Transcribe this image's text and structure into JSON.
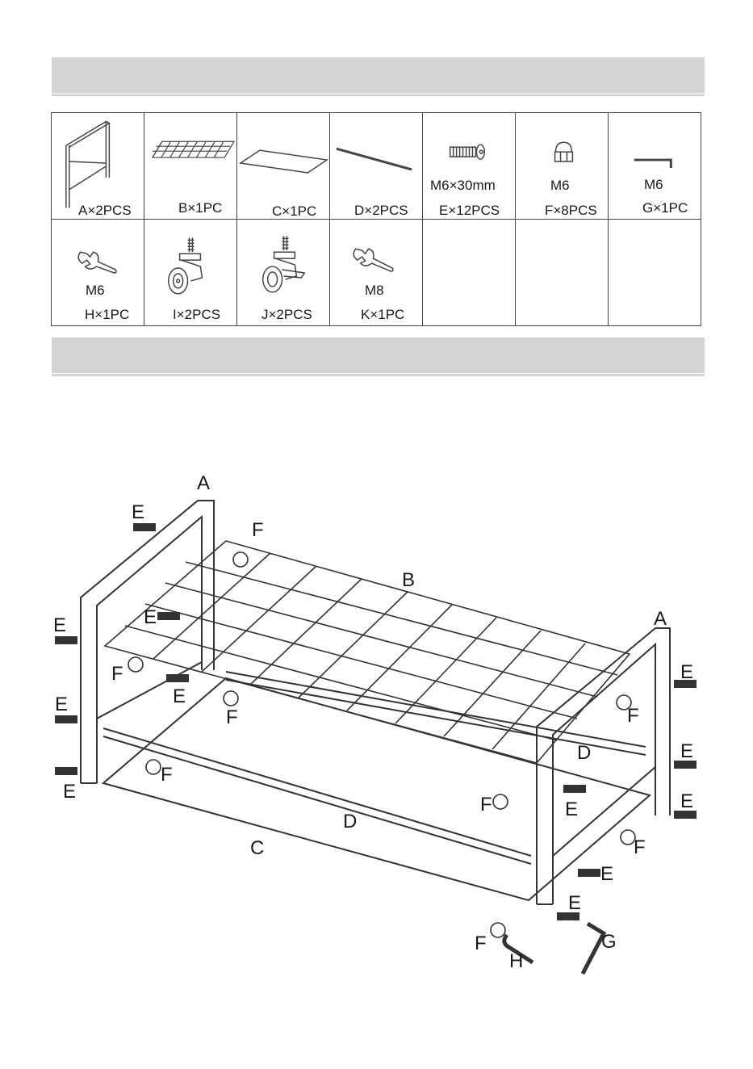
{
  "parts": [
    {
      "qty": "A×2PCS",
      "spec": "",
      "icon": "frame-icon"
    },
    {
      "qty": "B×1PC",
      "spec": "",
      "icon": "wire-grid-icon"
    },
    {
      "qty": "C×1PC",
      "spec": "",
      "icon": "panel-icon"
    },
    {
      "qty": "D×2PCS",
      "spec": "",
      "icon": "rod-icon"
    },
    {
      "qty": "E×12PCS",
      "spec": "M6×30mm",
      "icon": "bolt-icon"
    },
    {
      "qty": "F×8PCS",
      "spec": "M6",
      "icon": "cap-nut-icon"
    },
    {
      "qty": "G×1PC",
      "spec": "M6",
      "icon": "allen-key-icon"
    },
    {
      "qty": "H×1PC",
      "spec": "M6",
      "icon": "wrench-icon"
    },
    {
      "qty": "I×2PCS",
      "spec": "",
      "icon": "caster-wheel-icon"
    },
    {
      "qty": "J×2PCS",
      "spec": "",
      "icon": "locking-caster-icon"
    },
    {
      "qty": "K×1PC",
      "spec": "M8",
      "icon": "wrench-icon"
    }
  ],
  "diagram": {
    "labels": {
      "a": "A",
      "b": "B",
      "c": "C",
      "d": "D",
      "e": "E",
      "f": "F",
      "g": "G",
      "h": "H"
    }
  }
}
